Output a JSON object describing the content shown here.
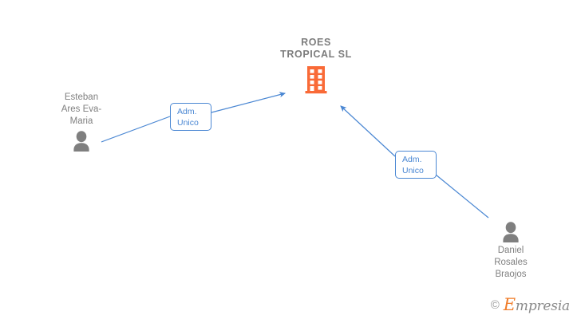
{
  "diagram": {
    "type": "corporate-relationship-graph",
    "background_color": "#ffffff",
    "company": {
      "name": "ROES\nTROPICAL  SL",
      "icon": "building-icon",
      "icon_color": "#f96a37",
      "text_color": "#7d7d7d"
    },
    "people": [
      {
        "id": "person-left",
        "name": "Esteban\nAres Eva-\nMaria",
        "icon": "person-icon",
        "icon_color": "#7f7f7f",
        "text_color": "#808080"
      },
      {
        "id": "person-right",
        "name": "Daniel\nRosales\nBraojos",
        "icon": "person-icon",
        "icon_color": "#7f7f7f",
        "text_color": "#808080"
      }
    ],
    "relations": [
      {
        "id": "relation-left",
        "label": "Adm.\nUnico",
        "from": "person-left",
        "to": "company",
        "color": "#4a87d3"
      },
      {
        "id": "relation-right",
        "label": "Adm.\nUnico",
        "from": "person-right",
        "to": "company",
        "color": "#4a87d3"
      }
    ],
    "edge_color": "#4a87d3"
  },
  "watermark": {
    "copyright_symbol": "©",
    "brand_initial": "E",
    "brand_rest": "mpresia",
    "accent_color": "#f07d2a"
  }
}
